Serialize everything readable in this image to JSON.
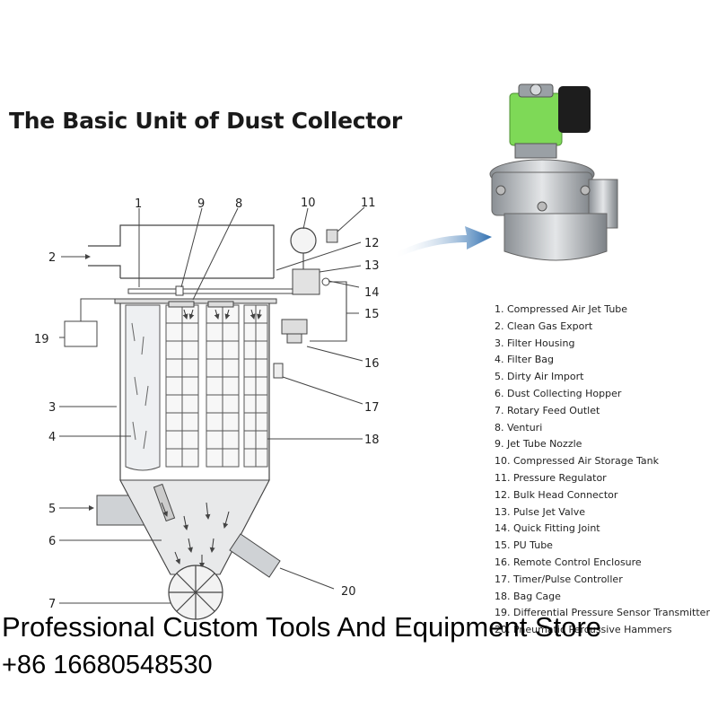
{
  "title": "The Basic Unit of Dust Collector",
  "callouts": [
    {
      "n": "1"
    },
    {
      "n": "2"
    },
    {
      "n": "3"
    },
    {
      "n": "4"
    },
    {
      "n": "5"
    },
    {
      "n": "6"
    },
    {
      "n": "7"
    },
    {
      "n": "8"
    },
    {
      "n": "9"
    },
    {
      "n": "10"
    },
    {
      "n": "11"
    },
    {
      "n": "12"
    },
    {
      "n": "13"
    },
    {
      "n": "14"
    },
    {
      "n": "15"
    },
    {
      "n": "16"
    },
    {
      "n": "17"
    },
    {
      "n": "18"
    },
    {
      "n": "19"
    },
    {
      "n": "20"
    }
  ],
  "legend": [
    "1. Compressed Air Jet Tube",
    "2. Clean Gas Export",
    "3. Filter Housing",
    "4. Filter Bag",
    "5. Dirty Air Import",
    "6. Dust Collecting Hopper",
    "7. Rotary Feed Outlet",
    "8. Venturi",
    "9. Jet Tube Nozzle",
    "10. Compressed Air Storage Tank",
    "11. Pressure Regulator",
    "12. Bulk Head Connector",
    "13. Pulse Jet Valve",
    "14. Quick Fitting Joint",
    "15. PU Tube",
    "16. Remote Control Enclosure",
    "17. Timer/Pulse Controller",
    "18. Bag Cage",
    "19. Differential Pressure Sensor Transmitter",
    "20. Pneumatic Percussive Hammers"
  ],
  "store": {
    "name": "Professional Custom Tools And Equipment Store",
    "phone": "+86 16680548530"
  },
  "colors": {
    "valve_coil": "#7ed957",
    "arrow": "#2f6fb0",
    "line": "#444444"
  }
}
